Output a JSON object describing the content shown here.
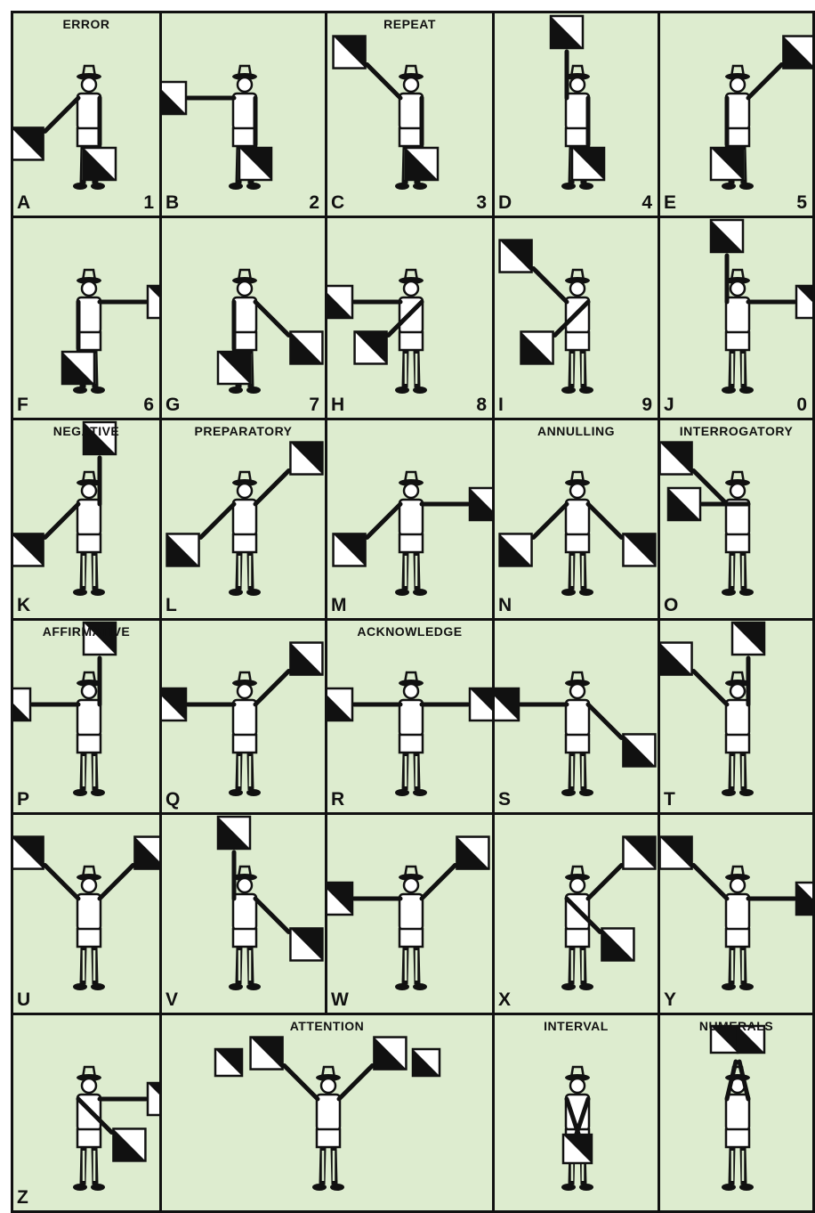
{
  "cells": [
    {
      "letter": "A",
      "number": "1",
      "meaning": "ERROR",
      "r": "SW",
      "l": "S"
    },
    {
      "letter": "B",
      "number": "2",
      "meaning": "",
      "r": "W",
      "l": "S"
    },
    {
      "letter": "C",
      "number": "3",
      "meaning": "REPEAT",
      "r": "NW",
      "l": "S"
    },
    {
      "letter": "D",
      "number": "4",
      "meaning": "",
      "r": "N",
      "l": "S"
    },
    {
      "letter": "E",
      "number": "5",
      "meaning": "",
      "r": "S",
      "l": "NE"
    },
    {
      "letter": "F",
      "number": "6",
      "meaning": "",
      "r": "S",
      "l": "E"
    },
    {
      "letter": "G",
      "number": "7",
      "meaning": "",
      "r": "S",
      "l": "SE"
    },
    {
      "letter": "H",
      "number": "8",
      "meaning": "",
      "r": "W",
      "l": "SW"
    },
    {
      "letter": "I",
      "number": "9",
      "meaning": "",
      "r": "NW",
      "l": "SW"
    },
    {
      "letter": "J",
      "number": "0",
      "meaning": "",
      "r": "N",
      "l": "E"
    },
    {
      "letter": "K",
      "number": "",
      "meaning": "NEGATIVE",
      "r": "SW",
      "l": "N"
    },
    {
      "letter": "L",
      "number": "",
      "meaning": "PREPARATORY",
      "r": "SW",
      "l": "NE"
    },
    {
      "letter": "M",
      "number": "",
      "meaning": "",
      "r": "SW",
      "l": "E"
    },
    {
      "letter": "N",
      "number": "",
      "meaning": "ANNULLING",
      "r": "SW",
      "l": "SE"
    },
    {
      "letter": "O",
      "number": "",
      "meaning": "INTERROGATORY",
      "r": "NW",
      "l": "W"
    },
    {
      "letter": "P",
      "number": "",
      "meaning": "AFFIRMATIVE",
      "r": "W",
      "l": "N"
    },
    {
      "letter": "Q",
      "number": "",
      "meaning": "",
      "r": "W",
      "l": "NE"
    },
    {
      "letter": "R",
      "number": "",
      "meaning": "ACKNOWLEDGE",
      "r": "W",
      "l": "E"
    },
    {
      "letter": "S",
      "number": "",
      "meaning": "",
      "r": "W",
      "l": "SE"
    },
    {
      "letter": "T",
      "number": "",
      "meaning": "",
      "r": "NW",
      "l": "N"
    },
    {
      "letter": "U",
      "number": "",
      "meaning": "",
      "r": "NW",
      "l": "NE"
    },
    {
      "letter": "V",
      "number": "",
      "meaning": "",
      "r": "N",
      "l": "SE"
    },
    {
      "letter": "W",
      "number": "",
      "meaning": "",
      "r": "W",
      "l": "NE"
    },
    {
      "letter": "X",
      "number": "",
      "meaning": "",
      "r": "SE",
      "l": "NE"
    },
    {
      "letter": "Y",
      "number": "",
      "meaning": "",
      "r": "NW",
      "l": "E"
    },
    {
      "letter": "Z",
      "number": "",
      "meaning": "",
      "r": "SE",
      "l": "E"
    },
    {
      "letter": "",
      "number": "",
      "meaning": "ATTENTION",
      "r": "NW",
      "l": "NE",
      "wide": true
    },
    {
      "letter": "",
      "number": "",
      "meaning": "INTERVAL",
      "r": "SC",
      "l": "SC"
    },
    {
      "letter": "",
      "number": "",
      "meaning": "NUMERALS",
      "r": "UP",
      "l": "UP"
    }
  ],
  "colors": {
    "background": "#ddeccf",
    "ink": "#111111",
    "flag_light": "#ffffff"
  }
}
